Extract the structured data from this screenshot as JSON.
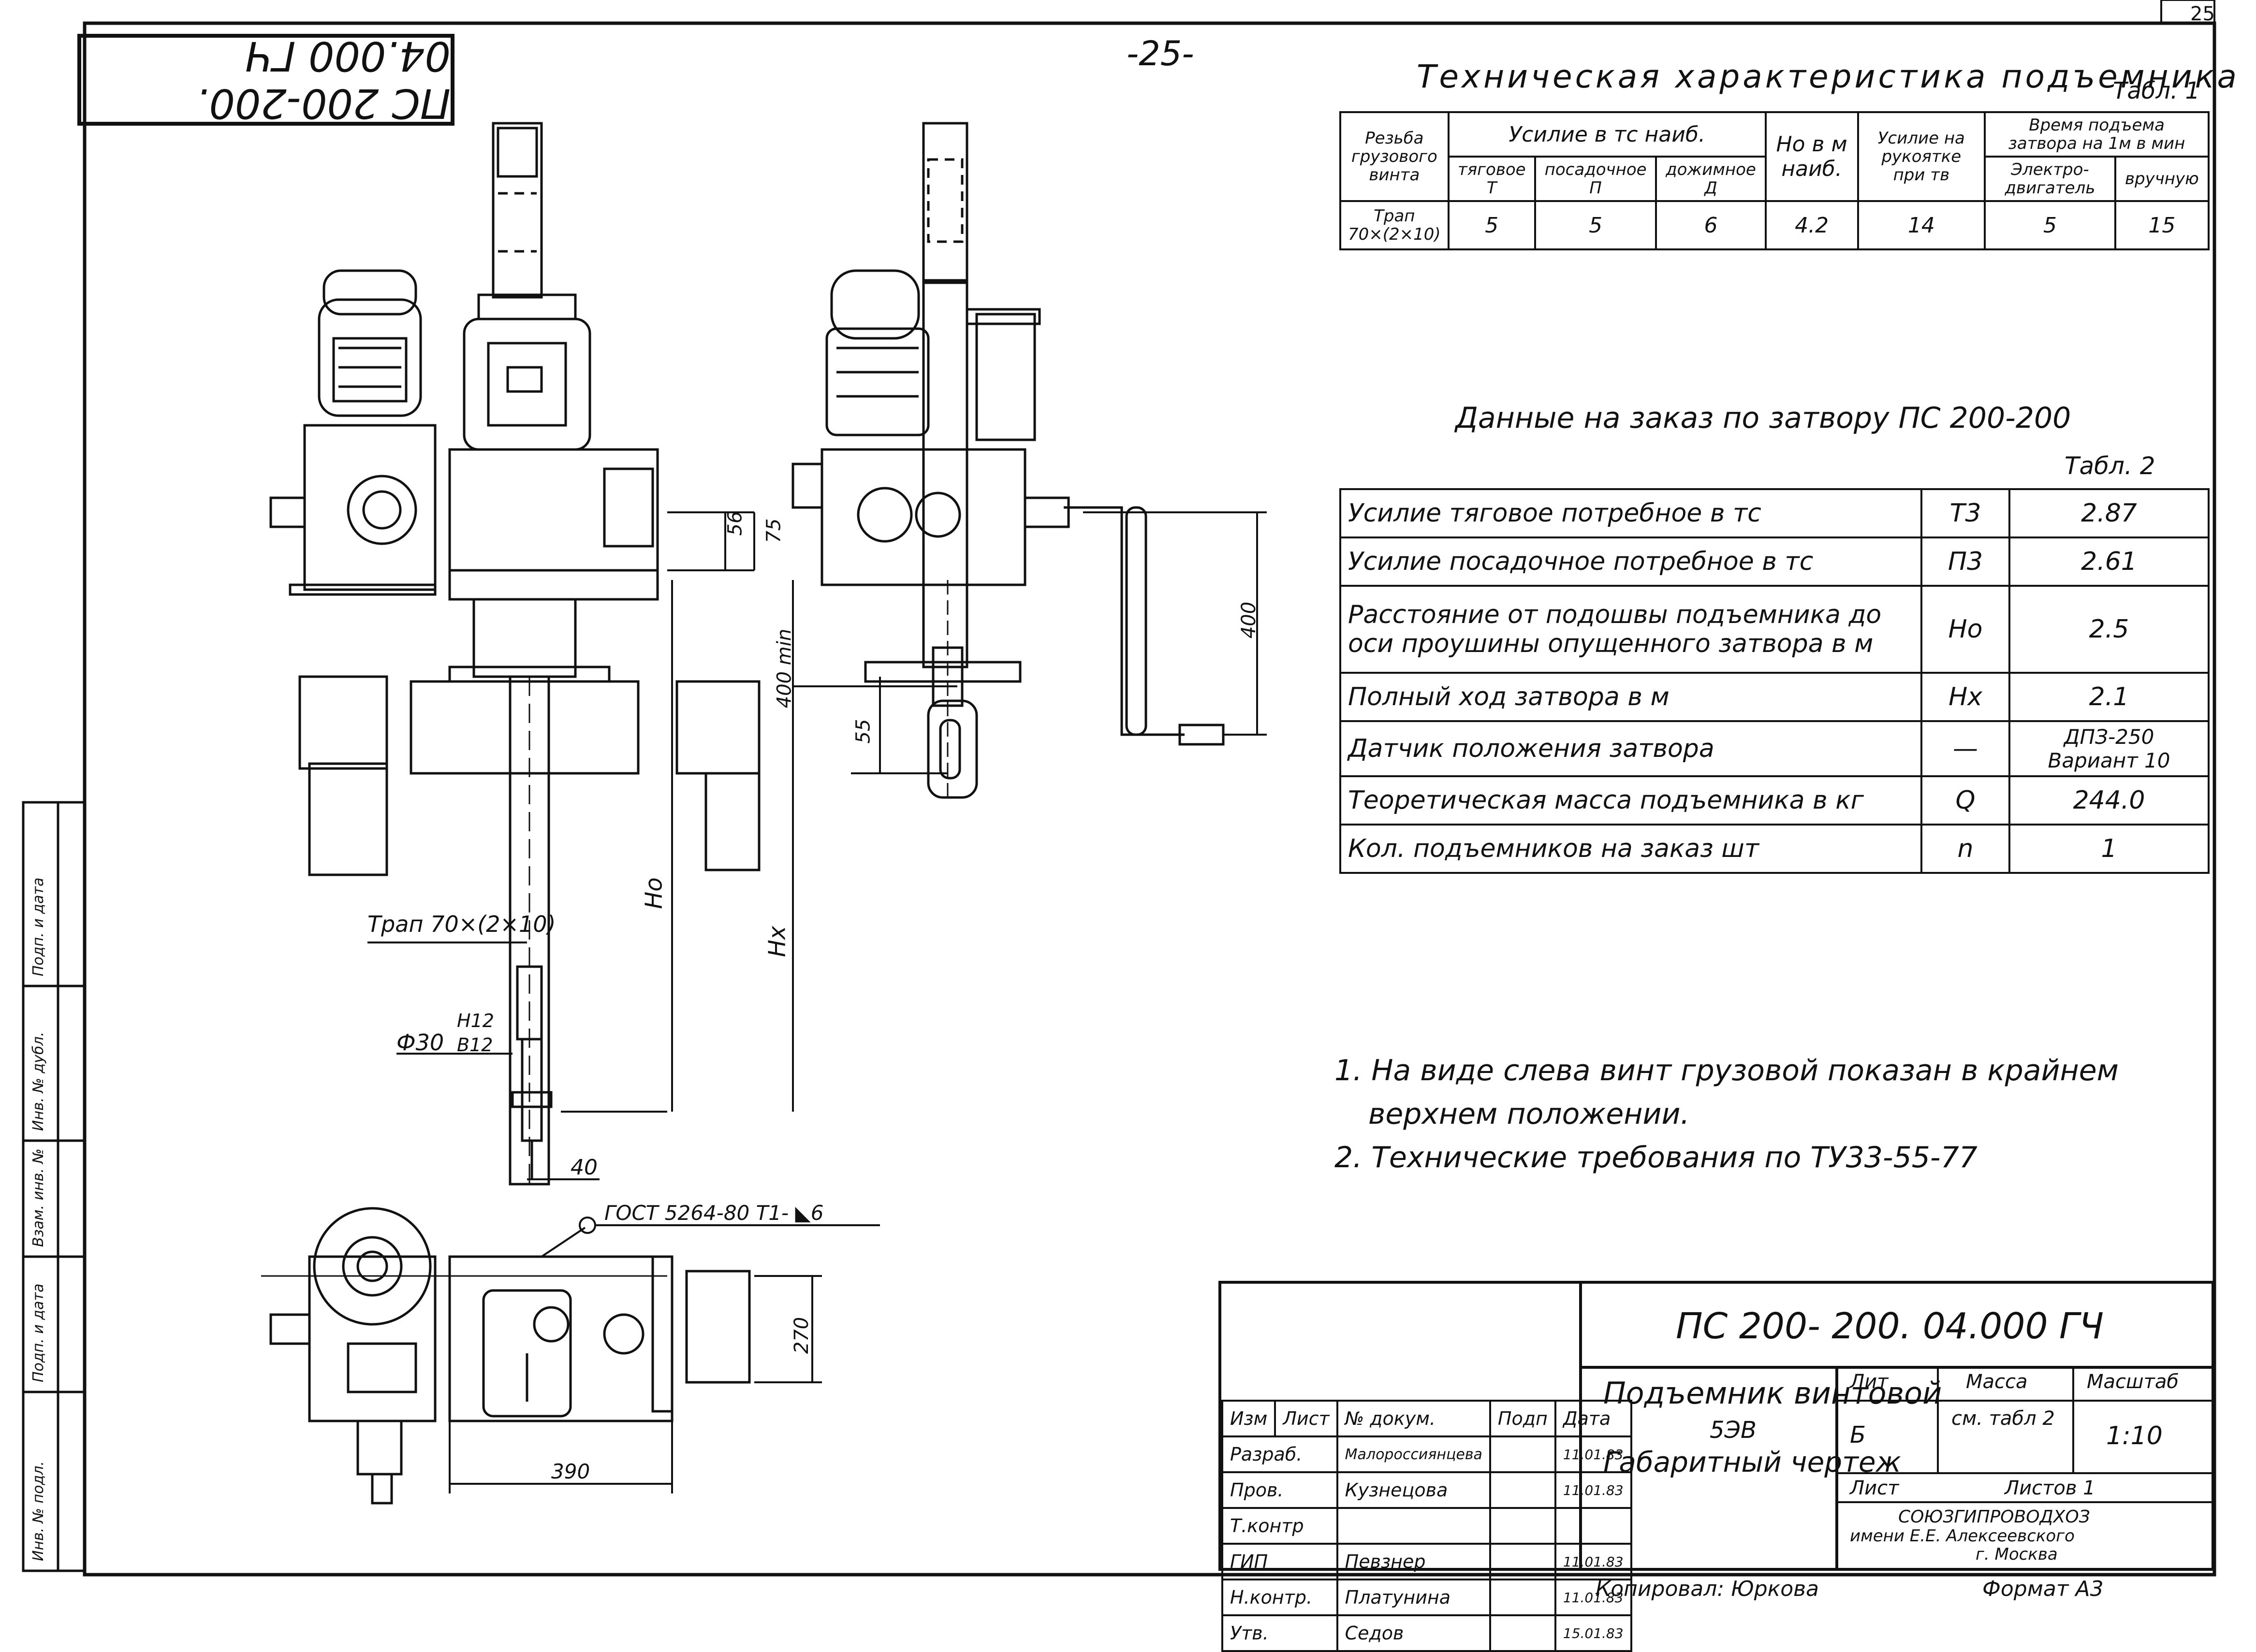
{
  "sheet": {
    "page_number_top": "-25-",
    "corner_page": "25",
    "rotated_stamp": "ПС 200-200. 04.000 ГЧ"
  },
  "table1": {
    "title": "Техническая характеристика подъемника",
    "label": "Табл. 1",
    "headers": {
      "thread": "Резьба грузового винта",
      "force_group": "Усилие в тс наиб.",
      "force_pull": "тяговое Т",
      "force_seat": "посадочное П",
      "force_press": "дожимное Д",
      "height": "Но в м наиб.",
      "handle_force": "Усилие на рукоятке при тв",
      "time_group": "Время подъема затвора на 1м в мин",
      "time_motor": "Электро-двигатель",
      "time_manual": "вручную"
    },
    "row": {
      "thread": "Трап 70×(2×10)",
      "force_pull": "5",
      "force_seat": "5",
      "force_press": "6",
      "height": "4.2",
      "handle_force": "14",
      "time_motor": "5",
      "time_manual": "15"
    }
  },
  "table2": {
    "title": "Данные на заказ по затвору ПС 200-200",
    "label": "Табл. 2",
    "rows": [
      {
        "name": "Усилие тяговое потребное в тс",
        "sym": "Т3",
        "val": "2.87"
      },
      {
        "name": "Усилие посадочное потребное в тс",
        "sym": "П3",
        "val": "2.61"
      },
      {
        "name": "Расстояние от подошвы подъемника до оси проушины опущенного затвора в м",
        "sym": "Но",
        "val": "2.5"
      },
      {
        "name": "Полный ход затвора в м",
        "sym": "Нх",
        "val": "2.1"
      },
      {
        "name": "Датчик положения затвора",
        "sym": "—",
        "val": "ДПЗ-250 Вариант 10"
      },
      {
        "name": "Теоретическая масса подъемника в кг",
        "sym": "Q",
        "val": "244.0"
      },
      {
        "name": "Кол. подъемников на заказ шт",
        "sym": "n",
        "val": "1"
      }
    ]
  },
  "notes": [
    "1. На виде слева винт грузовой показан в крайнем",
    "верхнем положении.",
    "2. Технические требования по ТУ33-55-77"
  ],
  "dimensions": {
    "d56": "56",
    "d75": "75",
    "d400min": "400 min",
    "d55": "55",
    "d400": "400",
    "Ho": "Но",
    "Hx": "Нх",
    "thread_callout": "Трап 70×(2×10)",
    "phi30": "Ф30",
    "h12": "Н12",
    "b12": "В12",
    "d40": "40",
    "weld": "ГОСТ 5264-80   Т1- ◣6",
    "d270": "270",
    "d390": "390"
  },
  "title_block": {
    "doc_code": "ПС 200- 200. 04.000 ГЧ",
    "name_line1": "Подъемник винтовой",
    "name_line2": "5ЭВ",
    "name_line3": "Габаритный чертеж",
    "col_headers": [
      "Изм",
      "Лист",
      "№ докум.",
      "Подп",
      "Дата"
    ],
    "signers": [
      {
        "role": "Разраб.",
        "name": "Малороссиянцева",
        "date": "11.01.83"
      },
      {
        "role": "Пров.",
        "name": "Кузнецова",
        "date": "11.01.83"
      },
      {
        "role": "Т.контр",
        "name": "",
        "date": ""
      },
      {
        "role": "ГИП",
        "name": "Певзнер",
        "date": "11.01.83"
      },
      {
        "role": "Н.контр.",
        "name": "Платунина",
        "date": "11.01.83"
      },
      {
        "role": "Утв.",
        "name": "Седов",
        "date": "15.01.83"
      }
    ],
    "lit_label": "Лит",
    "mass_label": "Масса",
    "scale_label": "Масштаб",
    "lit_value": "Б",
    "mass_value": "см. табл 2",
    "scale_value": "1:10",
    "sheet_label": "Лист",
    "sheets_label": "Листов 1",
    "org_line1": "СОЮЗГИПРОВОДХОЗ",
    "org_line2": "имени Е.Е. Алексеевского",
    "org_line3": "г. Москва",
    "copied": "Копировал: Юркова",
    "format": "Формат А3"
  },
  "sidebar": {
    "cells": [
      "Инв. № подл.",
      "Подп. и дата",
      "Взам. инв. №",
      "Инв. № дубл.",
      "Подп. и дата"
    ]
  }
}
